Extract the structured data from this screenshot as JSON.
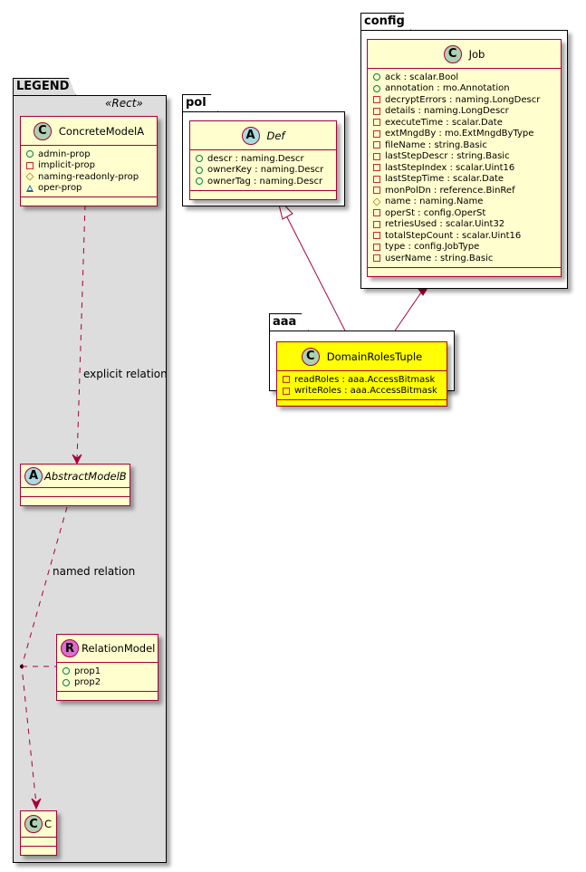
{
  "packages": {
    "legend": {
      "name": "LEGEND",
      "stereotype": "«Rect»"
    },
    "pol": {
      "name": "pol"
    },
    "config": {
      "name": "config"
    },
    "aaa": {
      "name": "aaa"
    }
  },
  "classes": {
    "concreteModelA": {
      "kind": "C",
      "name": "ConcreteModelA",
      "attributes": [
        {
          "visibility": "public",
          "text": "admin-prop"
        },
        {
          "visibility": "private",
          "text": "implicit-prop"
        },
        {
          "visibility": "protected",
          "text": "naming-readonly-prop"
        },
        {
          "visibility": "package",
          "text": "oper-prop"
        }
      ]
    },
    "abstractModelB": {
      "kind": "A",
      "name": "AbstractModelB",
      "attributes": []
    },
    "relationModel": {
      "kind": "R",
      "name": "RelationModel",
      "attributes": [
        {
          "visibility": "public",
          "text": "prop1"
        },
        {
          "visibility": "public",
          "text": "prop2"
        }
      ]
    },
    "c": {
      "kind": "C",
      "name": "C",
      "attributes": []
    },
    "def": {
      "kind": "A",
      "name": "Def",
      "attributes": [
        {
          "visibility": "public",
          "text": "descr : naming.Descr"
        },
        {
          "visibility": "public",
          "text": "ownerKey : naming.Descr"
        },
        {
          "visibility": "public",
          "text": "ownerTag : naming.Descr"
        }
      ]
    },
    "job": {
      "kind": "C",
      "name": "Job",
      "attributes": [
        {
          "visibility": "public",
          "text": "ack : scalar.Bool"
        },
        {
          "visibility": "public",
          "text": "annotation : mo.Annotation"
        },
        {
          "visibility": "private",
          "text": "decryptErrors : naming.LongDescr"
        },
        {
          "visibility": "private",
          "text": "details : naming.LongDescr"
        },
        {
          "visibility": "private",
          "text": "executeTime : scalar.Date"
        },
        {
          "visibility": "private",
          "text": "extMngdBy : mo.ExtMngdByType"
        },
        {
          "visibility": "private",
          "text": "fileName : string.Basic"
        },
        {
          "visibility": "private",
          "text": "lastStepDescr : string.Basic"
        },
        {
          "visibility": "private",
          "text": "lastStepIndex : scalar.Uint16"
        },
        {
          "visibility": "private",
          "text": "lastStepTime : scalar.Date"
        },
        {
          "visibility": "private",
          "text": "monPolDn : reference.BinRef"
        },
        {
          "visibility": "protected",
          "text": "name : naming.Name"
        },
        {
          "visibility": "private",
          "text": "operSt : config.OperSt"
        },
        {
          "visibility": "private",
          "text": "retriesUsed : scalar.Uint32"
        },
        {
          "visibility": "private",
          "text": "totalStepCount : scalar.Uint16"
        },
        {
          "visibility": "private",
          "text": "type : config.JobType"
        },
        {
          "visibility": "private",
          "text": "userName : string.Basic"
        }
      ]
    },
    "domainRolesTuple": {
      "kind": "C",
      "name": "DomainRolesTuple",
      "highlight_color": "#ffff00",
      "attributes": [
        {
          "visibility": "private",
          "text": "readRoles : aaa.AccessBitmask"
        },
        {
          "visibility": "private",
          "text": "writeRoles : aaa.AccessBitmask"
        }
      ]
    }
  },
  "relations": {
    "explicit": {
      "label": "explicit relation",
      "from": "ConcreteModelA",
      "to": "AbstractModelB",
      "style": "dashed-arrow"
    },
    "named": {
      "label": "named relation",
      "from": "AbstractModelB",
      "to": "C",
      "style": "dashed-arrow",
      "association_class": "RelationModel"
    },
    "inheritance": {
      "from": "DomainRolesTuple",
      "to": "Def",
      "style": "generalization"
    },
    "composition": {
      "from": "DomainRolesTuple",
      "to": "Job",
      "style": "composition"
    }
  },
  "colors": {
    "class_fill": "#fefece",
    "class_border": "#a80036",
    "highlight_fill": "#ffff00",
    "legend_fill": "#dddddd"
  }
}
